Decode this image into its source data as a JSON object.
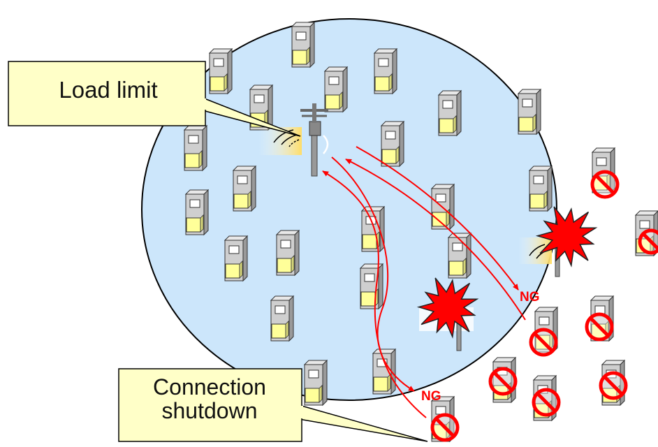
{
  "callouts": {
    "load_limit": "Load limit",
    "connection_shutdown_line1": "Connection",
    "connection_shutdown_line2": "shutdown"
  },
  "labels": {
    "ng_1": "NG",
    "ng_2": "NG"
  },
  "colors": {
    "coverage_area": "#cce6fb",
    "arrow": "#ff0000",
    "blocked": "#ff0000",
    "explosion": "#ff0000",
    "callout_fill": "#ffffc8",
    "device_body": "#cfcfcf",
    "device_indicator": "#ffff99"
  },
  "icons": {
    "device": "meter-unit-icon",
    "blocked": "prohibited-icon",
    "failure": "explosion-burst-icon",
    "antenna": "antenna-tower-icon"
  }
}
